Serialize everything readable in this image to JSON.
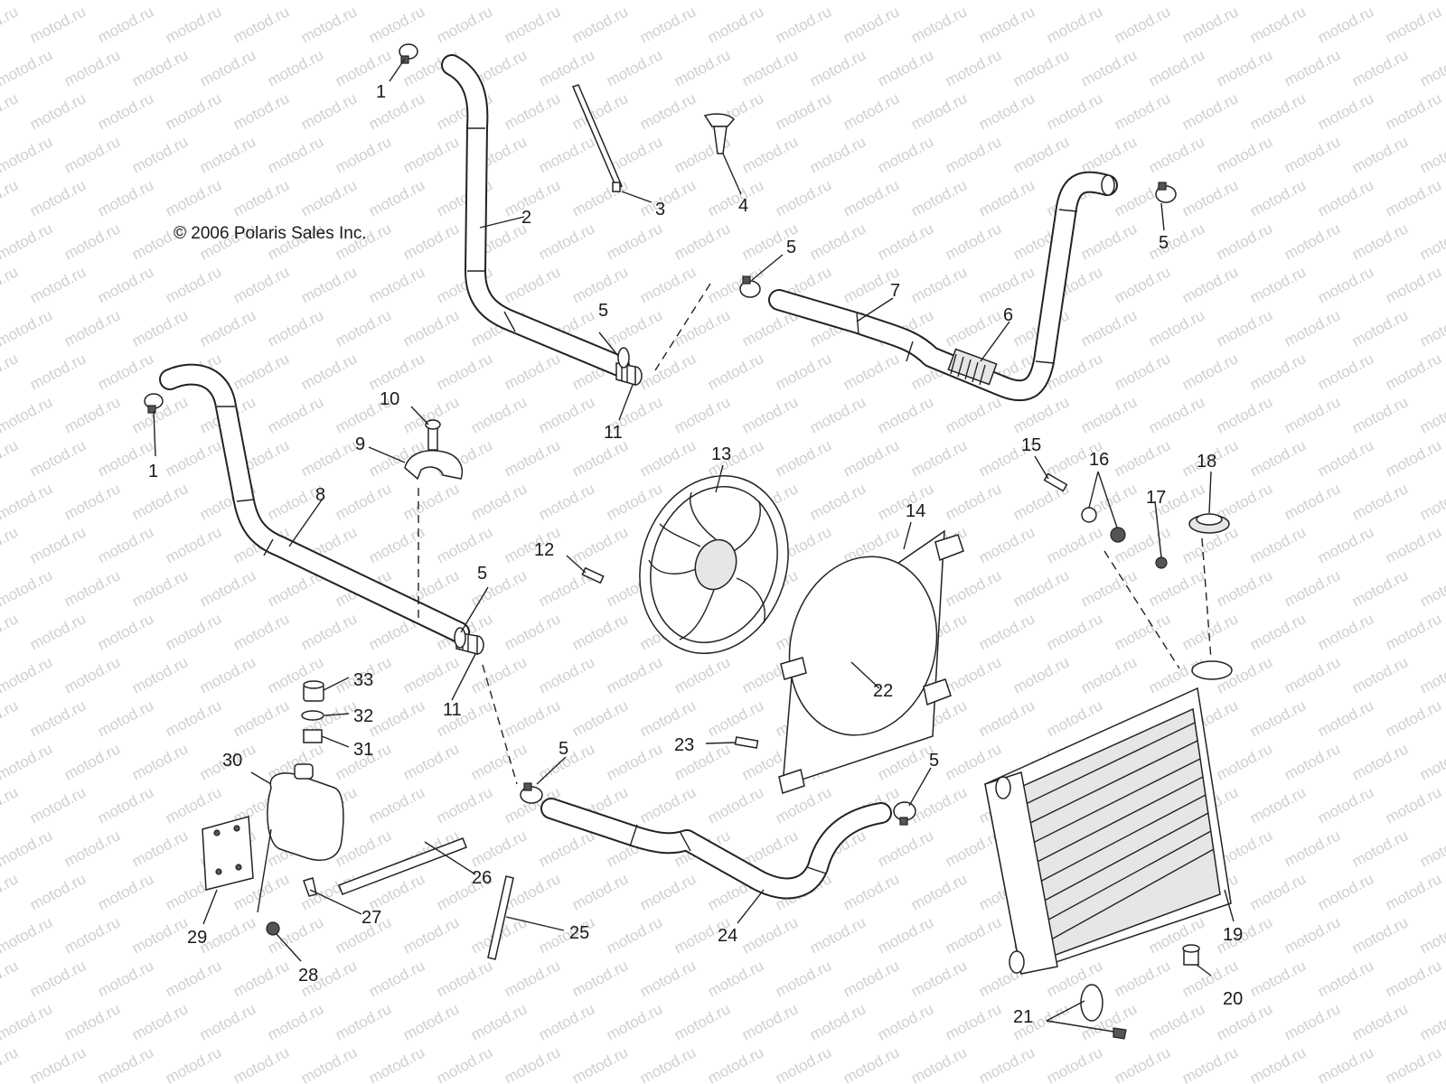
{
  "copyright": "© 2006 Polaris Sales Inc.",
  "watermark": "motod.ru",
  "callouts": [
    "1",
    "1",
    "2",
    "3",
    "4",
    "5",
    "5",
    "5",
    "5",
    "5",
    "5",
    "6",
    "7",
    "8",
    "9",
    "10",
    "11",
    "11",
    "12",
    "13",
    "14",
    "15",
    "16",
    "17",
    "18",
    "19",
    "20",
    "21",
    "22",
    "23",
    "24",
    "25",
    "26",
    "27",
    "28",
    "29",
    "30",
    "31",
    "32",
    "33"
  ]
}
